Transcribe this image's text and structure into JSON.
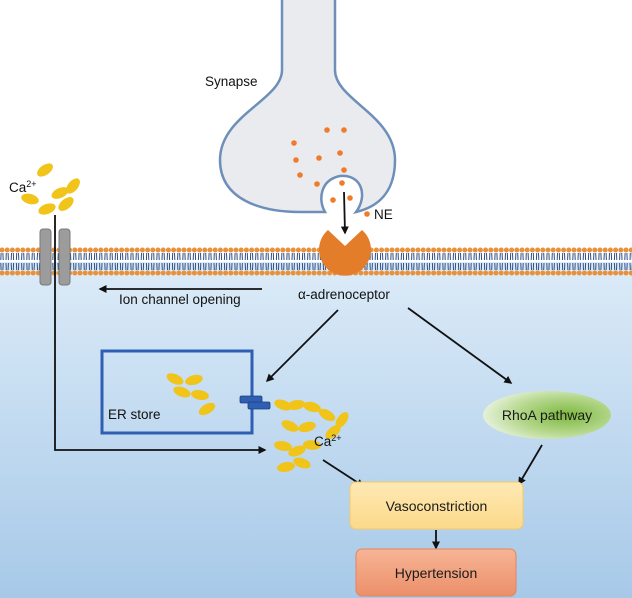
{
  "labels": {
    "synapse": "Synapse",
    "ne": "NE",
    "ca_top": "Ca",
    "ca_top_sup": "2+",
    "ca_mid": "Ca",
    "ca_mid_sup": "2+",
    "receptor": "α-adrenoceptor",
    "ion_channel": "Ion channel opening",
    "er_store": "ER store",
    "rhoa": "RhoA pathway",
    "vasoconstriction": "Vasoconstriction",
    "hypertension": "Hypertension"
  },
  "colors": {
    "cytoplasm_top": "#ddebf8",
    "cytoplasm_bottom": "#a9cbe9",
    "membrane_head": "#e8913a",
    "membrane_tail": "#2f4f86",
    "synapse_fill": "#e9ebee",
    "synapse_stroke": "#6e8fb9",
    "ne_dot": "#ef7b2b",
    "receptor": "#e37d2a",
    "calcium": "#f0c419",
    "er_border": "#2f5fb3",
    "er_channel": "#2f5fb3",
    "ion_channel": "#9a9a9a",
    "rhoa_green": "#8bc24a",
    "vaso_fill": "#fde4a6",
    "hyper_fill": "#f2a07e"
  }
}
